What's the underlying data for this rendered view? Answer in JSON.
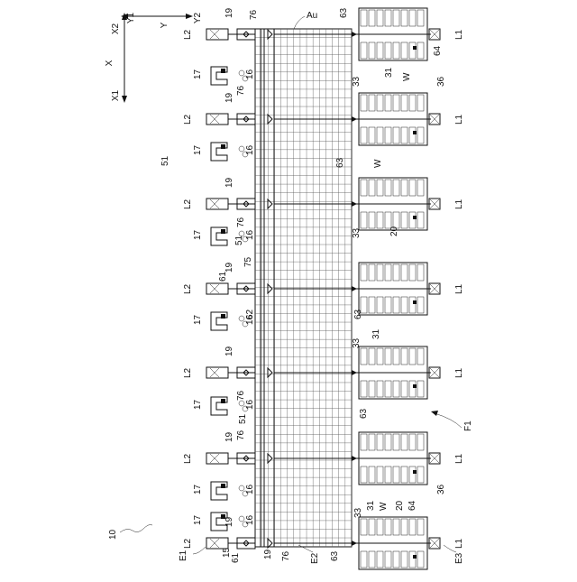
{
  "figure": {
    "axes": {
      "x_axis": "X",
      "x1": "X1",
      "x2": "X2",
      "y_axis": "Y",
      "y1": "Y1",
      "y2": "Y2"
    },
    "system_ref": "10",
    "grid_label": "Au",
    "region_label": "F1",
    "end_labels": {
      "e1": "E1",
      "e2": "E2",
      "e3": "E3"
    },
    "line_labels": {
      "left": "L2",
      "right": "L1"
    },
    "ref_numerals": {
      "n15": "15",
      "n16": "16",
      "n17": "17",
      "n19": "19",
      "n20": "20",
      "n31": "31",
      "n33": "33",
      "n36": "36",
      "n51": "51",
      "n61": "61",
      "n62": "62",
      "n63": "63",
      "n64": "64",
      "n75": "75",
      "n76": "76",
      "workpiece": "W"
    }
  }
}
